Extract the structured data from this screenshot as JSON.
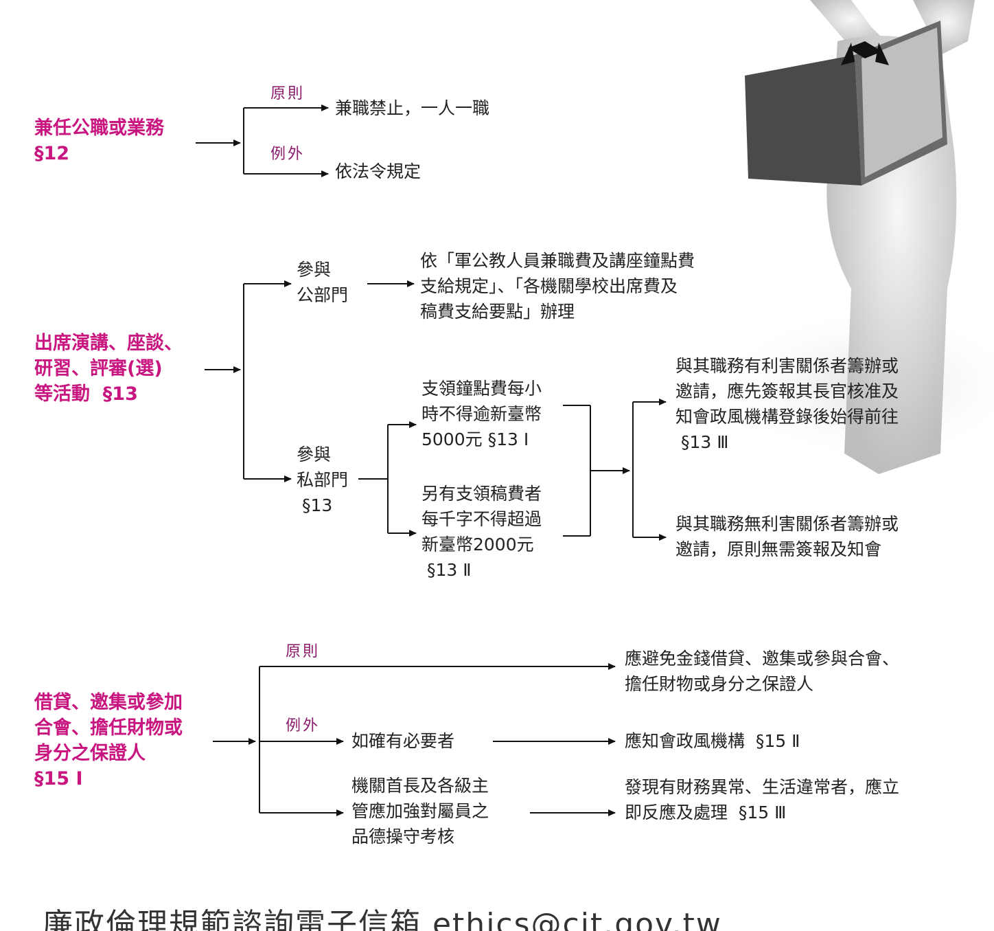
{
  "s1": {
    "head": "兼任公職或業務\n§12",
    "l_rule": "原則",
    "l_exc": "例外",
    "rule": "兼職禁止，一人一職",
    "exc": "依法令規定"
  },
  "s2": {
    "head": "出席演講、座談、\n研習、評審(選)\n等活動  §13",
    "public": "參與\n公部門",
    "public_desc": "依「軍公教人員兼職費及講座鐘點費\n支給規定」、「各機關學校出席費及\n稿費支給要點」辦理",
    "private": "參與\n私部門\n §13",
    "fee": "支領鐘點費每小\n時不得逾新臺幣\n5000元 §13 Ⅰ",
    "manuscript": "另有支領稿費者\n每千字不得超過\n新臺幣2000元\n §13 Ⅱ",
    "interest": "與其職務有利害關係者籌辦或\n邀請，應先簽報其長官核准及\n知會政風機構登錄後始得前往\n §13 Ⅲ",
    "no_interest": "與其職務無利害關係者籌辦或\n邀請，原則無需簽報及知會"
  },
  "s3": {
    "head": "借貸、邀集或參加\n合會、擔任財物或\n身分之保證人\n§15 Ⅰ",
    "l_rule": "原則",
    "l_exc": "例外",
    "rule": "應避免金錢借貸、邀集或參與合會、\n擔任財物或身分之保證人",
    "necessary": "如確有必要者",
    "notify": "應知會政風機構  §15 Ⅱ",
    "heads": "機關首長及各級主\n管應加強對屬員之\n品德操守考核",
    "abnormal": "發現有財務異常、生活違常者，應立\n即反應及處理  §15 Ⅲ"
  },
  "footer": "廉政倫理規範諮詢電子信箱 ethics@cit.gov.tw"
}
